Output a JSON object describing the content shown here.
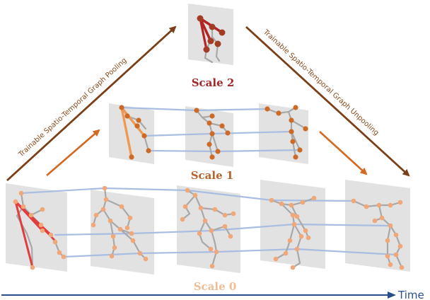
{
  "labels": {
    "scale2": "Scale 2",
    "scale1": "Scale 1",
    "scale0": "Scale 0",
    "pooling": "Trainable Spatio-Temporal Graph Pooling",
    "unpooling": "Trainable Spatio-Temporal Graph Unpooling",
    "time": "Time"
  },
  "colors": {
    "scale2": "#a3282a",
    "scale1": "#b8632a",
    "scale0": "#efbd94",
    "pool_arrow": "#7b3f17",
    "inner_arrow": "#d26a22",
    "time_axis": "#2a4f8d",
    "temporal_link": "#a9bde3",
    "highlight_edge": "#e03e3e"
  }
}
